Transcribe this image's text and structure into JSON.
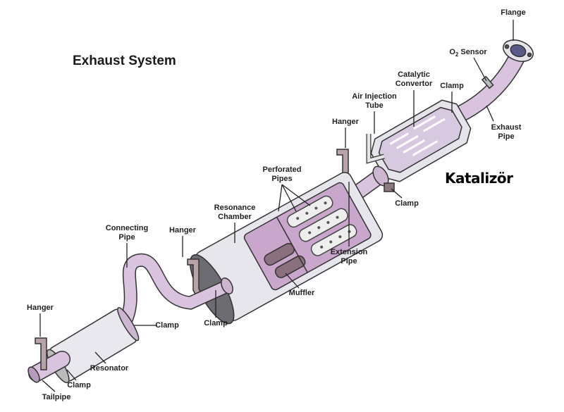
{
  "title": "Exhaust System",
  "annotation": "Katalizör",
  "colors": {
    "pipe": "#d9c3de",
    "metal": "#e4e4ea",
    "outline": "#333333",
    "interior": "#c9a6cc"
  },
  "labels": {
    "flange": "Flange",
    "o2_sensor_prefix": "O",
    "o2_sensor_sub": "2",
    "o2_sensor_suffix": " Sensor",
    "catalytic_convertor": [
      "Catalytic",
      "Convertor"
    ],
    "clamp_cat": "Clamp",
    "air_injection_tube": [
      "Air Injection",
      "Tube"
    ],
    "hanger_cat": "Hanger",
    "exhaust_pipe": [
      "Exhaust",
      "Pipe"
    ],
    "perforated_pipes": [
      "Perforated",
      "Pipes"
    ],
    "resonance_chamber": [
      "Resonance",
      "Chamber"
    ],
    "clamp_extension": "Clamp",
    "connecting_pipe": [
      "Connecting",
      "Pipe"
    ],
    "hanger_muffler": "Hanger",
    "extension_pipe": [
      "Extension",
      "Pipe"
    ],
    "muffler": "Muffler",
    "hanger_tail": "Hanger",
    "clamp_resonator": "Clamp",
    "clamp_muffler": "Clamp",
    "resonator": "Resonator",
    "clamp_tail": "Clamp",
    "tailpipe": "Tailpipe"
  }
}
